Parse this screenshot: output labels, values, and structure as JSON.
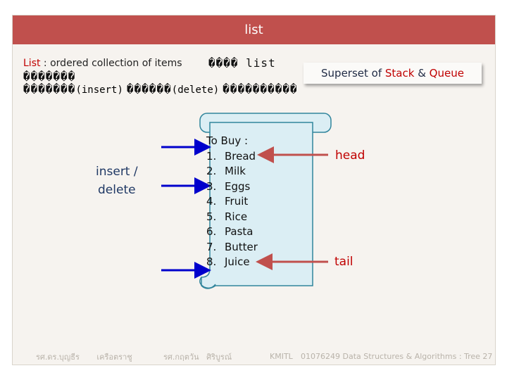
{
  "title": "list",
  "description": {
    "term": "List",
    "rest": " : ordered collection of items",
    "glyphs_line1": "���� list",
    "glyphs_line2": "�������",
    "glyphs_line3a": "�������",
    "insert_word": "(insert)",
    "glyphs_line3b": "������",
    "delete_word": "(delete)",
    "glyphs_line3c": "����������"
  },
  "superset": {
    "prefix": "Superset of ",
    "stack": "Stack",
    "amp": " & ",
    "queue": "Queue"
  },
  "side_label": {
    "line1": "insert /",
    "line2": "delete"
  },
  "scroll": {
    "heading": "To Buy :",
    "items": [
      {
        "num": "1.",
        "text": "Bread"
      },
      {
        "num": "2.",
        "text": "Milk"
      },
      {
        "num": "3.",
        "text": "Eggs"
      },
      {
        "num": "4.",
        "text": "Fruit"
      },
      {
        "num": "5.",
        "text": "Rice"
      },
      {
        "num": "6.",
        "text": "Pasta"
      },
      {
        "num": "7.",
        "text": "Butter"
      },
      {
        "num": "8.",
        "text": "Juice"
      }
    ]
  },
  "labels": {
    "head": "head",
    "tail": "tail"
  },
  "footer": {
    "author1": "รศ.ดร.บุญธีร",
    "author1b": "เครือตราชู",
    "author2": "รศ.กฤตวัน",
    "author2b": "ศิริบูรณ์",
    "institute": "KMITL",
    "course": "01076249 Data Structures & Algorithms : Tree 27"
  },
  "colors": {
    "title_bar": "#c0504d",
    "accent_red": "#c00000",
    "arrow_blue": "#0000cc",
    "arrow_red": "#c0504d"
  }
}
